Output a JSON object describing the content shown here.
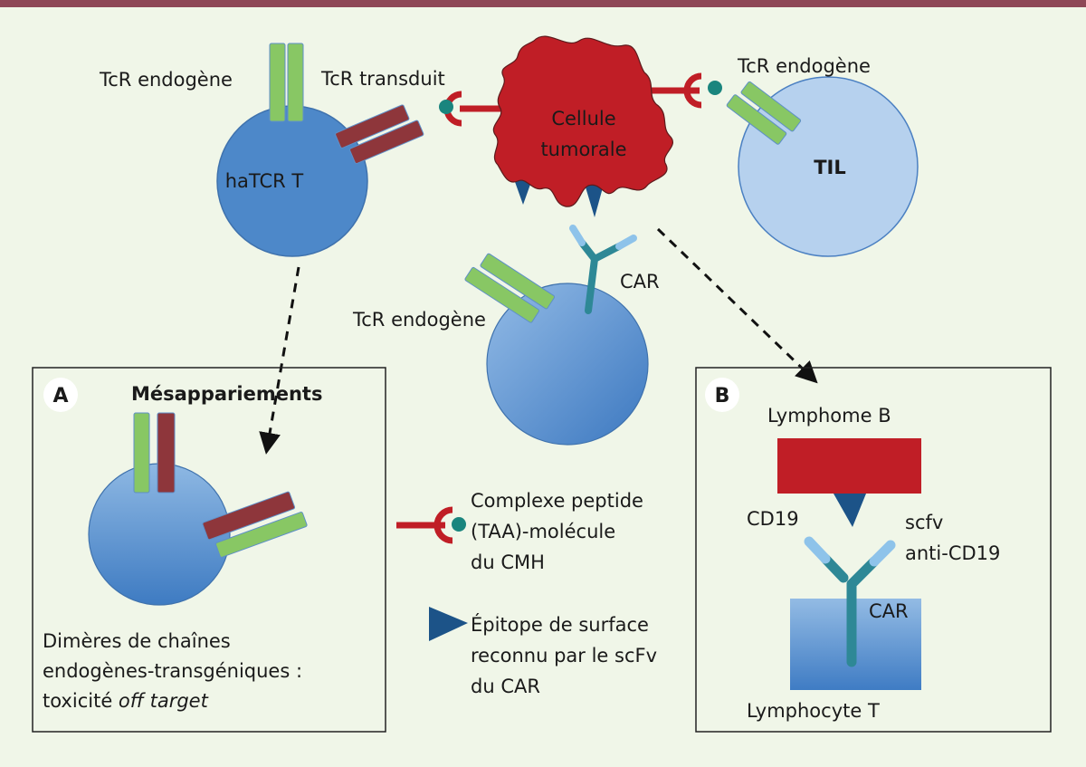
{
  "colors": {
    "background": "#f0f6e8",
    "top_bar": "#8e4756",
    "tumor_red": "#c01e26",
    "tcr_green": "#88c764",
    "tcr_transduced_maroon": "#8e363b",
    "t_cell_blue": "#4a86c8",
    "til_light_blue": "#b6d1ee",
    "car_teal": "#2e8896",
    "car_tip_light_blue": "#8ec3ea",
    "epitope_navy": "#1c5388",
    "peptide_teal": "#1a857e"
  },
  "top": {
    "hatcr_cell": {
      "label": "haTCR T",
      "tcr_endogenous_label": "TcR endogène",
      "tcr_transduced_label": "TcR transduit"
    },
    "tumor_cell": {
      "label_line1": "Cellule",
      "label_line2": "tumorale"
    },
    "til_cell": {
      "label": "TIL",
      "tcr_endogenous_label": "TcR endogène"
    },
    "car_cell": {
      "tcr_endogenous_label": "TcR endogène",
      "car_label": "CAR"
    }
  },
  "panel_a": {
    "badge": "A",
    "title": "Mésappariements",
    "caption_line1": "Dimères de chaînes",
    "caption_line2": "endogènes-transgéniques :",
    "caption_line3_normal": "toxicité ",
    "caption_line3_italic": "off target"
  },
  "legend": {
    "mhc_complex": {
      "line1": "Complexe peptide",
      "line2": "(TAA)-molécule",
      "line3": "du CMH"
    },
    "epitope": {
      "line1": "Épitope de surface",
      "line2": "reconnu par le scFv",
      "line3": "du CAR"
    }
  },
  "panel_b": {
    "badge": "B",
    "lymphoma_label": "Lymphome B",
    "cd19_label": "CD19",
    "scfv_line1": "scfv",
    "scfv_line2": "anti-CD19",
    "car_label": "CAR",
    "t_cell_label": "Lymphocyte T"
  }
}
